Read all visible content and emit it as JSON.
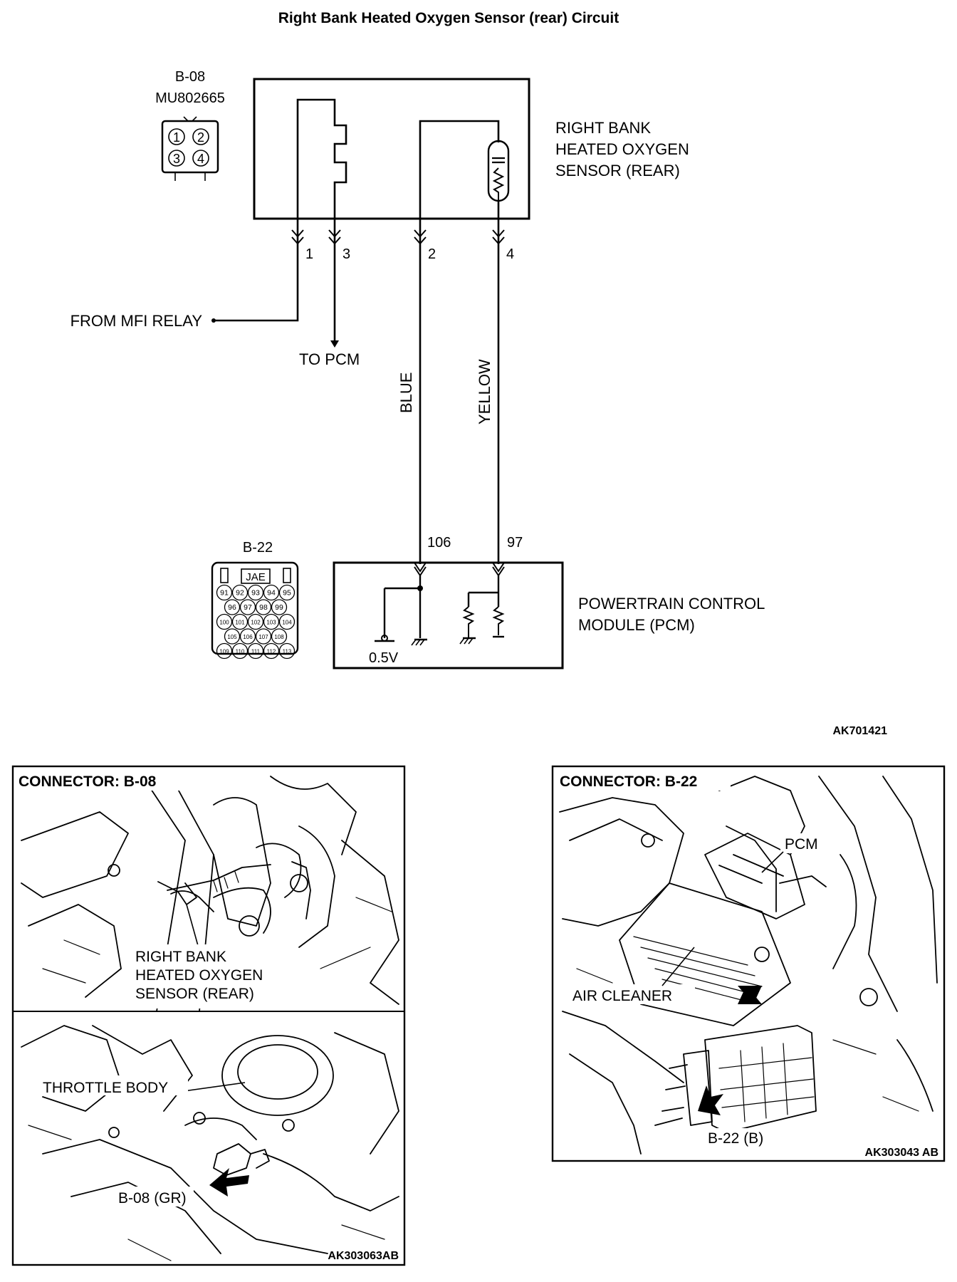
{
  "title": "Right Bank Heated Oxygen Sensor (rear) Circuit",
  "connector_top": {
    "id": "B-08",
    "part": "MU802665",
    "pins": [
      "1",
      "2",
      "3",
      "4"
    ]
  },
  "sensor_label": [
    "RIGHT BANK",
    "HEATED OXYGEN",
    "SENSOR (REAR)"
  ],
  "sensor_pins": [
    "1",
    "3",
    "2",
    "4"
  ],
  "from_relay": "FROM MFI RELAY",
  "to_pcm": "TO PCM",
  "wire_blue": "BLUE",
  "wire_yellow": "YELLOW",
  "pcm_pins": [
    "106",
    "97"
  ],
  "pcm_connector": {
    "id": "B-22",
    "brand": "JAE",
    "rows": [
      [
        "91",
        "92",
        "93",
        "94",
        "95"
      ],
      [
        "96",
        "97",
        "98",
        "99"
      ],
      [
        "100",
        "101",
        "102",
        "103",
        "104"
      ],
      [
        "105",
        "106",
        "107",
        "108"
      ],
      [
        "109",
        "110",
        "111",
        "112",
        "113"
      ]
    ]
  },
  "pcm_label": [
    "POWERTRAIN CONTROL",
    "MODULE (PCM)"
  ],
  "voltage": "0.5V",
  "diagram_code": "AK701421",
  "left_panel": {
    "heading": "CONNECTOR: B-08",
    "sensor_label": [
      "RIGHT BANK",
      "HEATED OXYGEN",
      "SENSOR (REAR)"
    ],
    "throttle": "THROTTLE BODY",
    "callout": "B-08 (GR)",
    "code": "AK303063AB"
  },
  "right_panel": {
    "heading": "CONNECTOR: B-22",
    "pcm": "PCM",
    "air_cleaner": "AIR CLEANER",
    "callout": "B-22 (B)",
    "code": "AK303043 AB"
  }
}
